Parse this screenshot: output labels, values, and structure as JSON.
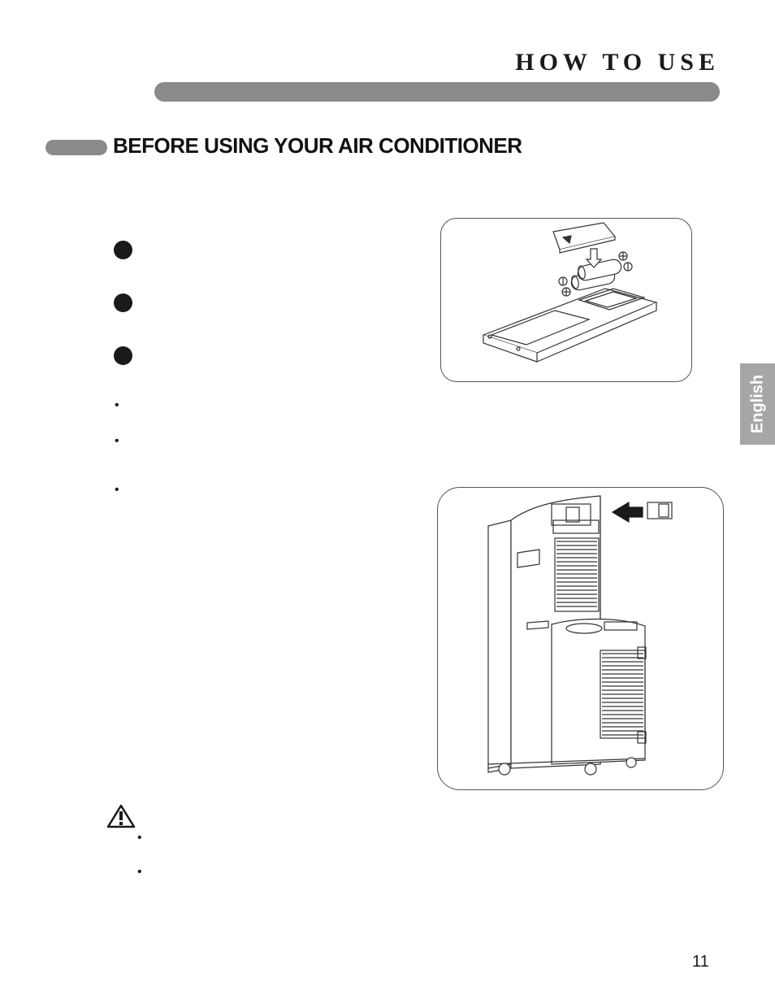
{
  "header": {
    "title": "HOW TO USE"
  },
  "section": {
    "title": "BEFORE USING YOUR AIR CONDITIONER"
  },
  "steps": [
    "",
    "",
    ""
  ],
  "bullets": [
    "•",
    "•",
    "•"
  ],
  "caution": {
    "bullets": [
      "•",
      "•"
    ]
  },
  "language_tab": {
    "label": "English"
  },
  "icons": {
    "step_markers": "filled-circle",
    "warning": "warning-triangle-icon",
    "direction": "arrow-left-icon"
  },
  "colors": {
    "accent_gray": "#8a8a8a",
    "tab_gray": "#a6a6a6",
    "text": "#1a1a1a"
  },
  "page": {
    "number": "11"
  }
}
